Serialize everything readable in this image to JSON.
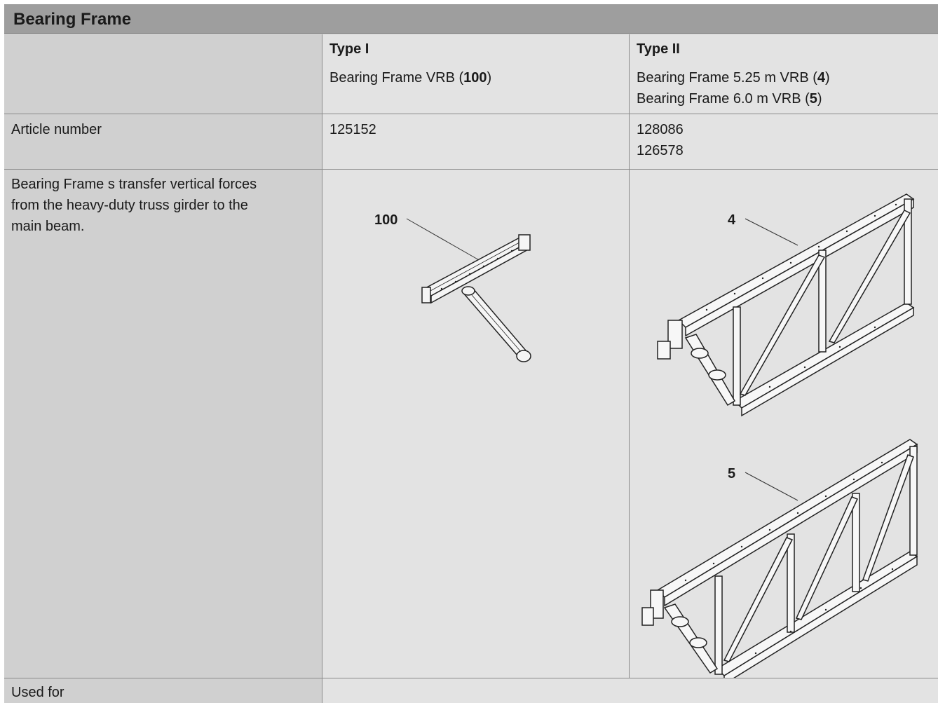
{
  "table": {
    "title": "Bearing Frame",
    "columns": [
      "Type I",
      "Type II"
    ],
    "names": {
      "type1": {
        "prefix": "Bearing Frame VRB (",
        "ref": "100",
        "suffix": ")"
      },
      "type2": [
        {
          "prefix": "Bearing Frame 5.25 m VRB (",
          "ref": "4",
          "suffix": ")"
        },
        {
          "prefix": "Bearing Frame 6.0 m VRB (",
          "ref": "5",
          "suffix": ")"
        }
      ]
    },
    "article": {
      "label": "Article number",
      "type1": "125152",
      "type2": [
        "128086",
        "126578"
      ]
    },
    "description": [
      "Bearing Frame s transfer vertical forces",
      "from the heavy-duty truss girder to the",
      "main beam."
    ],
    "callouts": {
      "type1": "100",
      "type2_a": "4",
      "type2_b": "5"
    },
    "used_for": {
      "label": "Used for"
    }
  }
}
